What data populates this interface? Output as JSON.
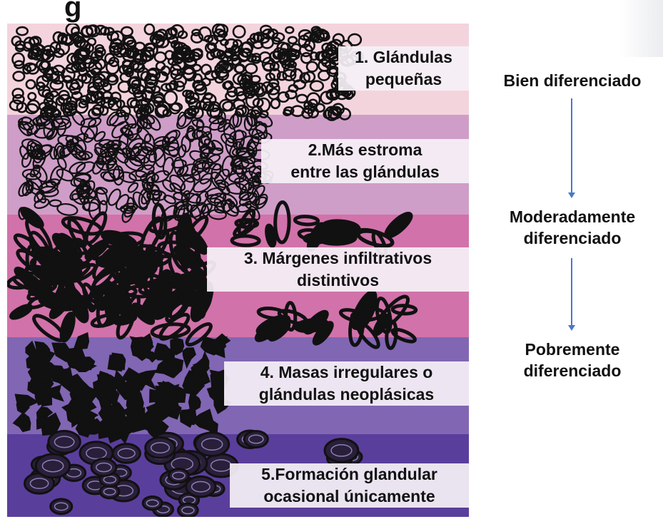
{
  "title": "g",
  "labels": [
    {
      "line1": "1. Glándulas",
      "line2": "pequeñas"
    },
    {
      "line1": "2.Más estroma",
      "line2": "entre las glándulas"
    },
    {
      "line1": "3. Márgenes infiltrativos",
      "line2": "distintivos"
    },
    {
      "line1": "4. Masas irregulares o",
      "line2": "glándulas neoplásicas"
    },
    {
      "line1": "5.Formación glandular",
      "line2": "ocasional únicamente"
    }
  ],
  "grades": [
    {
      "line1": "Bien diferenciado"
    },
    {
      "line1": "Moderadamente",
      "line2": "diferenciado"
    },
    {
      "line1": "Pobremente",
      "line2": "diferenciado"
    }
  ],
  "colors": {
    "band1": "#f4d4dc",
    "band2": "#cf9ec8",
    "band3": "#d272aa",
    "band4": "#8166b4",
    "band5": "#5a3e9c",
    "arrow": "#4a78c8"
  }
}
